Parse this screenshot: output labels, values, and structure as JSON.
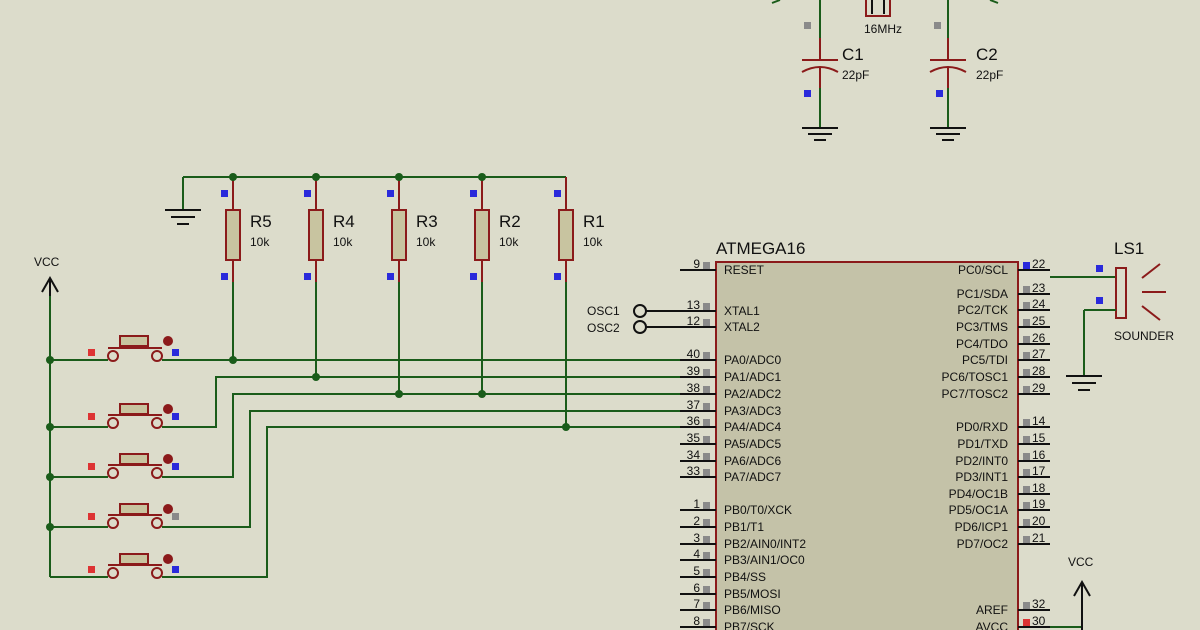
{
  "crystal": {
    "value": "16MHz"
  },
  "capacitors": [
    {
      "name": "C1",
      "value": "22pF"
    },
    {
      "name": "C2",
      "value": "22pF"
    }
  ],
  "resistors": [
    {
      "name": "R5",
      "value": "10k"
    },
    {
      "name": "R4",
      "value": "10k"
    },
    {
      "name": "R3",
      "value": "10k"
    },
    {
      "name": "R2",
      "value": "10k"
    },
    {
      "name": "R1",
      "value": "10k"
    }
  ],
  "power": {
    "vcc_left": "VCC",
    "vcc_right": "VCC"
  },
  "osc_labels": [
    "OSC1",
    "OSC2"
  ],
  "mcu": {
    "name": "ATMEGA16",
    "left_pins": [
      {
        "num": "9",
        "label": "RESET"
      },
      {
        "num": "13",
        "label": "XTAL1"
      },
      {
        "num": "12",
        "label": "XTAL2"
      },
      {
        "num": "40",
        "label": "PA0/ADC0"
      },
      {
        "num": "39",
        "label": "PA1/ADC1"
      },
      {
        "num": "38",
        "label": "PA2/ADC2"
      },
      {
        "num": "37",
        "label": "PA3/ADC3"
      },
      {
        "num": "36",
        "label": "PA4/ADC4"
      },
      {
        "num": "35",
        "label": "PA5/ADC5"
      },
      {
        "num": "34",
        "label": "PA6/ADC6"
      },
      {
        "num": "33",
        "label": "PA7/ADC7"
      },
      {
        "num": "1",
        "label": "PB0/T0/XCK"
      },
      {
        "num": "2",
        "label": "PB1/T1"
      },
      {
        "num": "3",
        "label": "PB2/AIN0/INT2"
      },
      {
        "num": "4",
        "label": "PB3/AIN1/OC0"
      },
      {
        "num": "5",
        "label": "PB4/SS"
      },
      {
        "num": "6",
        "label": "PB5/MOSI"
      },
      {
        "num": "7",
        "label": "PB6/MISO"
      },
      {
        "num": "8",
        "label": "PB7/SCK"
      }
    ],
    "right_pins": [
      {
        "num": "22",
        "label": "PC0/SCL"
      },
      {
        "num": "23",
        "label": "PC1/SDA"
      },
      {
        "num": "24",
        "label": "PC2/TCK"
      },
      {
        "num": "25",
        "label": "PC3/TMS"
      },
      {
        "num": "26",
        "label": "PC4/TDO"
      },
      {
        "num": "27",
        "label": "PC5/TDI"
      },
      {
        "num": "28",
        "label": "PC6/TOSC1"
      },
      {
        "num": "29",
        "label": "PC7/TOSC2"
      },
      {
        "num": "14",
        "label": "PD0/RXD"
      },
      {
        "num": "15",
        "label": "PD1/TXD"
      },
      {
        "num": "16",
        "label": "PD2/INT0"
      },
      {
        "num": "17",
        "label": "PD3/INT1"
      },
      {
        "num": "18",
        "label": "PD4/OC1B"
      },
      {
        "num": "19",
        "label": "PD5/OC1A"
      },
      {
        "num": "20",
        "label": "PD6/ICP1"
      },
      {
        "num": "21",
        "label": "PD7/OC2"
      },
      {
        "num": "32",
        "label": "AREF"
      },
      {
        "num": "30",
        "label": "AVCC"
      }
    ]
  },
  "sounder": {
    "name": "LS1",
    "type": "SOUNDER"
  }
}
